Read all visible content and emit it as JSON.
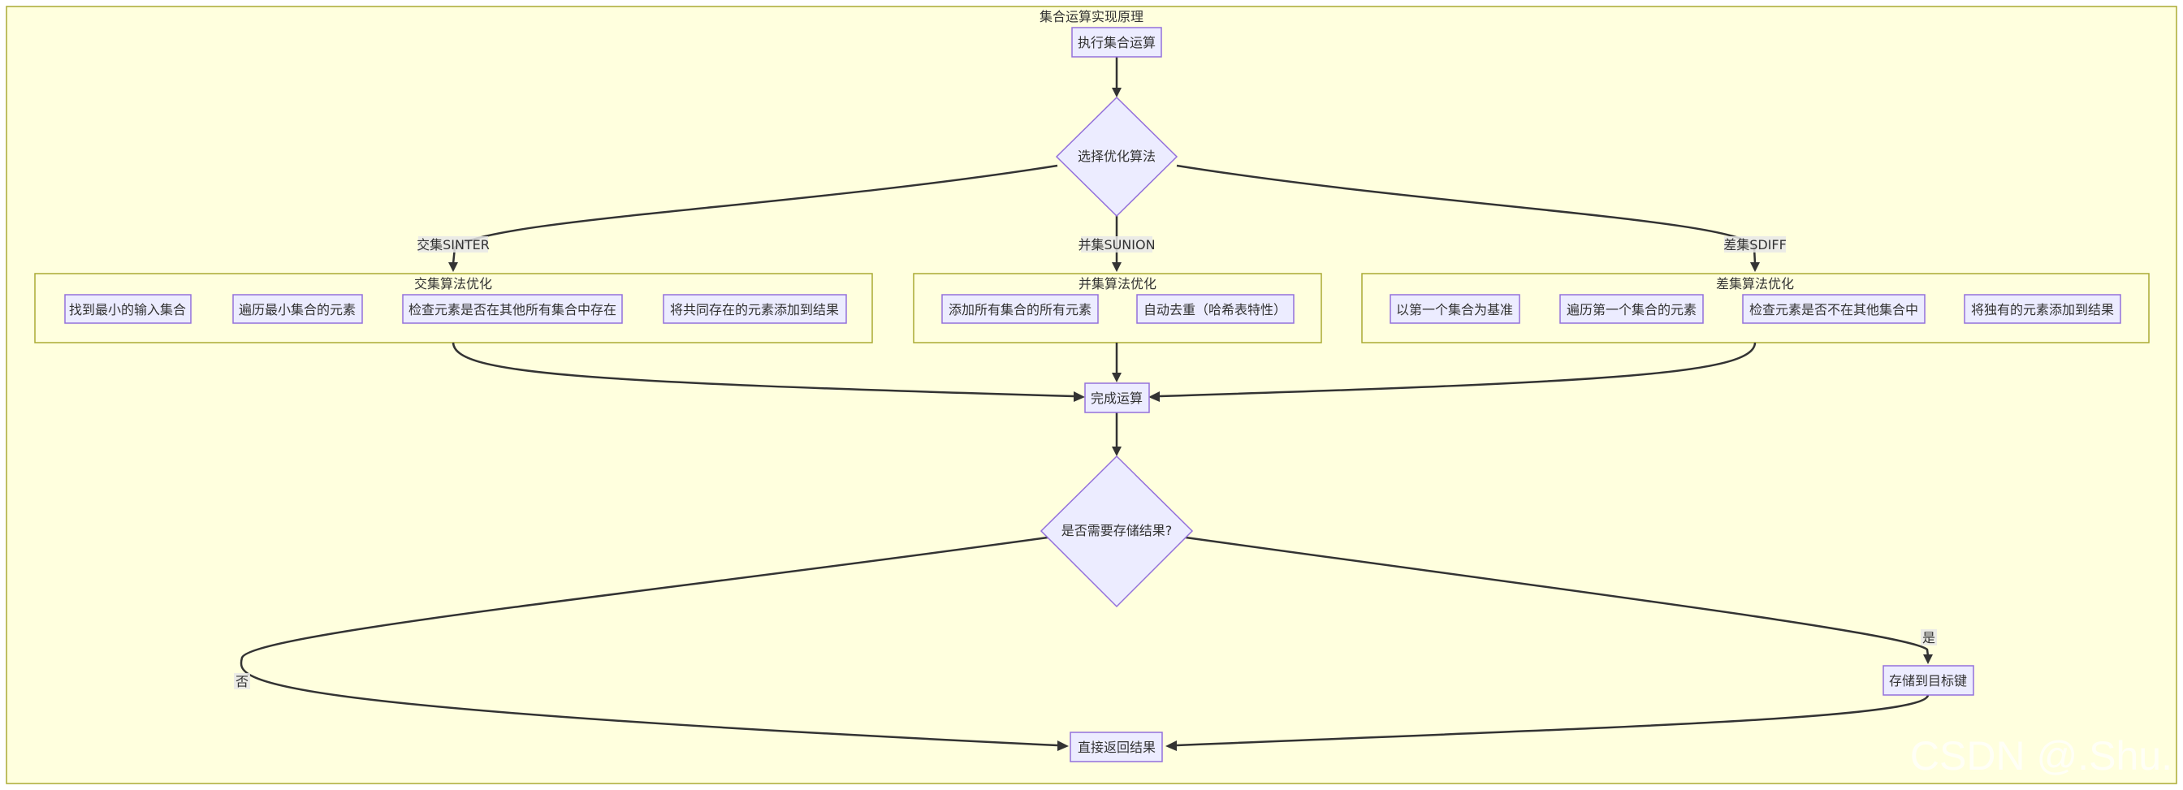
{
  "outer_cluster": {
    "title": "集合运算实现原理"
  },
  "nodes": {
    "start": "执行集合运算",
    "choose": "选择优化算法",
    "inter": [
      "找到最小的输入集合",
      "遍历最小集合的元素",
      "检查元素是否在其他所有集合中存在",
      "将共同存在的元素添加到结果"
    ],
    "union": [
      "添加所有集合的所有元素",
      "自动去重（哈希表特性）"
    ],
    "diff": [
      "以第一个集合为基准",
      "遍历第一个集合的元素",
      "检查元素是否不在其他集合中",
      "将独有的元素添加到结果"
    ],
    "done": "完成运算",
    "store_q": "是否需要存储结果?",
    "store": "存储到目标键",
    "ret": "直接返回结果"
  },
  "subgraphs": {
    "inter": "交集算法优化",
    "union": "并集算法优化",
    "diff": "差集算法优化"
  },
  "edge_labels": {
    "inter": "交集SINTER",
    "union": "并集SUNION",
    "diff": "差集SDIFF",
    "no": "否",
    "yes": "是"
  },
  "watermark": "CSDN @.Shu.",
  "colors": {
    "cluster_fill": "#ffffde",
    "cluster_stroke": "#aaaa33",
    "node_fill": "#ececff",
    "node_stroke": "#9370db",
    "edge": "#333333"
  }
}
